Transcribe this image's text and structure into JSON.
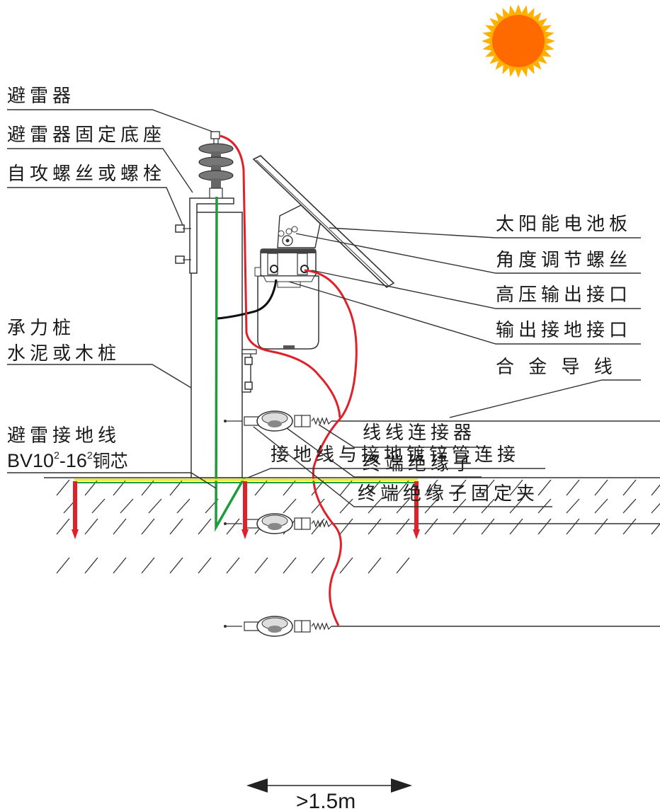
{
  "labels": {
    "lightning_arrester": "避雷器",
    "arrester_base": "避雷器固定底座",
    "screws": "自攻螺丝或螺栓",
    "post_line1": "承力桩",
    "post_line2": "水泥或木桩",
    "ground_wire_line1": "避雷接地线",
    "ground_wire_line2_prefix": "BV10",
    "ground_wire_sup1": "2",
    "ground_wire_mid": "-16",
    "ground_wire_sup2": "2",
    "ground_wire_suffix": "铜芯",
    "solar_panel": "太阳能电池板",
    "angle_screw": "角度调节螺丝",
    "hv_output": "高压输出接口",
    "ground_output": "输出接地接口",
    "alloy_wire": "合 金 导 线",
    "wire_connector": "线线连接器",
    "end_insulator": "终端绝缘子",
    "insulator_clamp": "终端绝缘子固定夹",
    "ground_connection": "接地线与接地镀锌管连接",
    "distance": ">1.5m"
  },
  "colors": {
    "sun": "#ff6a00",
    "live_wire": "#e0202a",
    "ground_green": "#1e9b3a",
    "ground_yellow": "#f2e600",
    "ground_rod": "#e0202a",
    "black_cable": "#111111"
  },
  "icons": {
    "sun": "sun-icon"
  }
}
